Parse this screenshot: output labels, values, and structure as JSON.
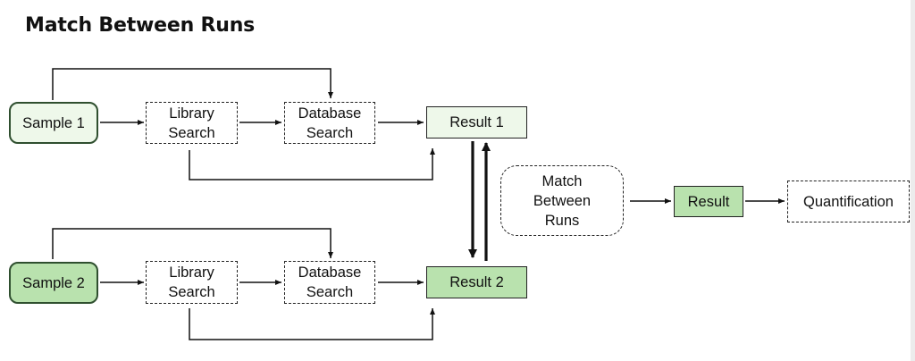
{
  "title": "Match Between Runs",
  "nodes": {
    "sample1": "Sample 1",
    "library1": "Library\nSearch",
    "database1": "Database\nSearch",
    "result1": "Result 1",
    "sample2": "Sample 2",
    "library2": "Library\nSearch",
    "database2": "Database\nSearch",
    "result2": "Result 2",
    "mbr": "Match\nBetween\nRuns",
    "result": "Result",
    "quant": "Quantification"
  },
  "colors": {
    "sample1_fill": "#eef8ea",
    "sample2_fill": "#b9e2ae",
    "result1_fill": "#eef8ea",
    "result2_fill": "#b9e2ae",
    "result_fill": "#b9e2ae"
  }
}
